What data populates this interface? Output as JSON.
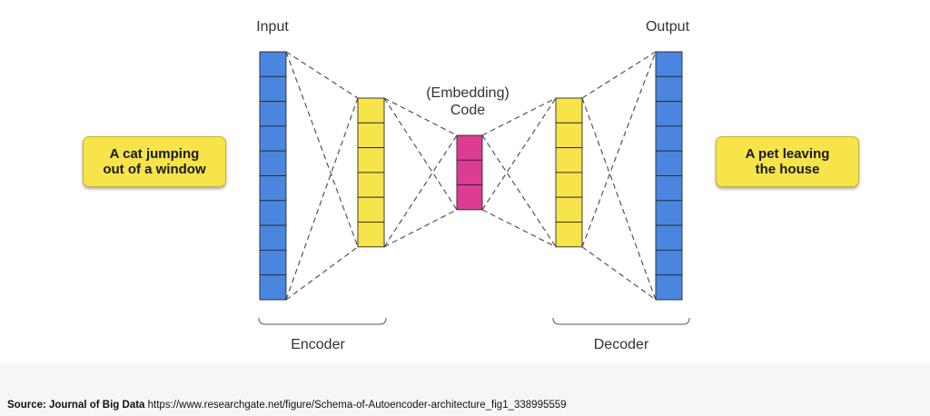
{
  "labels": {
    "input": "Input",
    "output": "Output",
    "code": "(Embedding)\nCode",
    "encoder": "Encoder",
    "decoder": "Decoder"
  },
  "input_example": "A cat jumping\nout of a window",
  "output_example": "A pet leaving\nthe house",
  "source": {
    "prefix": "Source: Journal of Big Data",
    "url": "https://www.researchgate.net/figure/Schema-of-Autoencoder-architecture_fig1_338995559"
  },
  "layers": [
    {
      "name": "input-layer",
      "cells": 10,
      "color": "#4a86e0"
    },
    {
      "name": "encoder-hidden-layer",
      "cells": 6,
      "color": "#f7e34a"
    },
    {
      "name": "code-layer",
      "cells": 3,
      "color": "#dd3c93"
    },
    {
      "name": "decoder-hidden-layer",
      "cells": 6,
      "color": "#f7e34a"
    },
    {
      "name": "output-layer",
      "cells": 10,
      "color": "#4a86e0"
    }
  ],
  "colors": {
    "blue": "#4a86e0",
    "yellow": "#f7e34a",
    "magenta": "#dd3c93",
    "dashes": "#555555"
  }
}
